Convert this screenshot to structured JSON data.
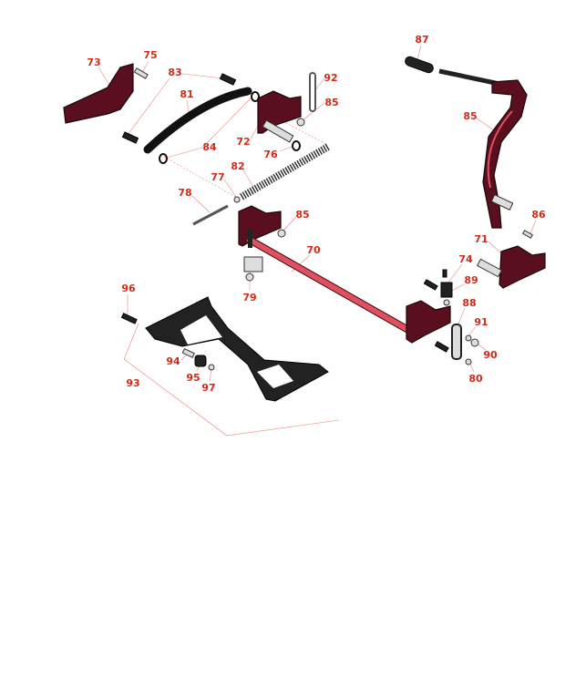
{
  "diagram": {
    "type": "exploded-parts-diagram",
    "callouts": [
      "73",
      "75",
      "83",
      "81",
      "84",
      "72",
      "76",
      "92",
      "85",
      "82",
      "77",
      "78",
      "85",
      "70",
      "79",
      "87",
      "85",
      "86",
      "71",
      "74",
      "89",
      "88",
      "91",
      "90",
      "80",
      "96",
      "93",
      "94",
      "95",
      "97"
    ]
  },
  "colors": {
    "label": "#d42a1a",
    "leader": "#e8857a",
    "part_primary": "#5a0f1e",
    "rod": "#e0505e"
  }
}
